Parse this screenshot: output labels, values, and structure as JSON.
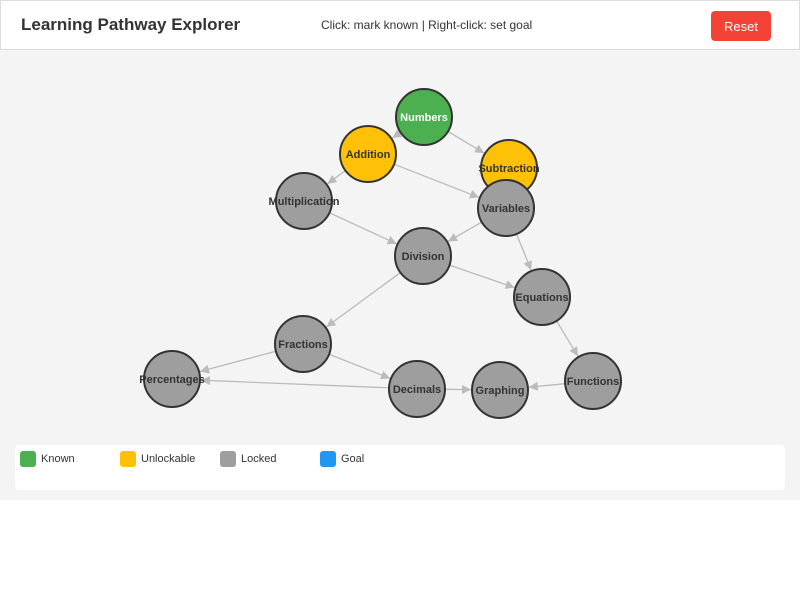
{
  "header": {
    "title": "Learning Pathway Explorer",
    "instructions": "Click: mark known | Right-click: set goal",
    "reset_label": "Reset"
  },
  "colors": {
    "known": "#4caf50",
    "unlockable": "#ffc107",
    "locked": "#9e9e9e",
    "goal": "#2196f3",
    "edge": "#bbbbbb",
    "reset": "#f44336"
  },
  "graph": {
    "nodes": [
      {
        "id": "numbers",
        "label": "Numbers",
        "state": "known"
      },
      {
        "id": "addition",
        "label": "Addition",
        "state": "unlockable"
      },
      {
        "id": "subtraction",
        "label": "Subtraction",
        "state": "unlockable"
      },
      {
        "id": "multiplication",
        "label": "Multiplication",
        "state": "locked"
      },
      {
        "id": "variables",
        "label": "Variables",
        "state": "locked"
      },
      {
        "id": "division",
        "label": "Division",
        "state": "locked"
      },
      {
        "id": "equations",
        "label": "Equations",
        "state": "locked"
      },
      {
        "id": "fractions",
        "label": "Fractions",
        "state": "locked"
      },
      {
        "id": "percentages",
        "label": "Percentages",
        "state": "locked"
      },
      {
        "id": "decimals",
        "label": "Decimals",
        "state": "locked"
      },
      {
        "id": "graphing",
        "label": "Graphing",
        "state": "locked"
      },
      {
        "id": "functions",
        "label": "Functions",
        "state": "locked"
      }
    ],
    "edges": [
      {
        "from": "numbers",
        "to": "addition"
      },
      {
        "from": "numbers",
        "to": "subtraction"
      },
      {
        "from": "addition",
        "to": "multiplication"
      },
      {
        "from": "addition",
        "to": "variables"
      },
      {
        "from": "subtraction",
        "to": "variables"
      },
      {
        "from": "multiplication",
        "to": "division"
      },
      {
        "from": "variables",
        "to": "division"
      },
      {
        "from": "variables",
        "to": "equations"
      },
      {
        "from": "division",
        "to": "equations"
      },
      {
        "from": "division",
        "to": "fractions"
      },
      {
        "from": "fractions",
        "to": "percentages"
      },
      {
        "from": "fractions",
        "to": "decimals"
      },
      {
        "from": "decimals",
        "to": "percentages"
      },
      {
        "from": "decimals",
        "to": "graphing"
      },
      {
        "from": "equations",
        "to": "functions"
      },
      {
        "from": "functions",
        "to": "graphing"
      }
    ]
  },
  "legend": [
    {
      "key": "known",
      "label": "Known"
    },
    {
      "key": "unlockable",
      "label": "Unlockable"
    },
    {
      "key": "locked",
      "label": "Locked"
    },
    {
      "key": "goal",
      "label": "Goal"
    }
  ]
}
